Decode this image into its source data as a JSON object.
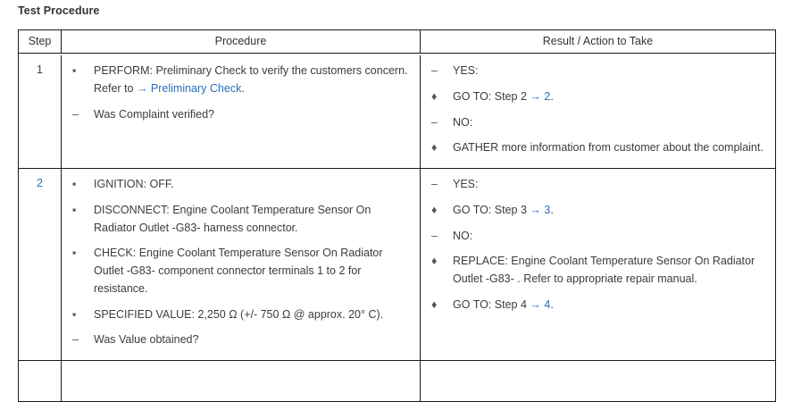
{
  "document": {
    "title": "Test Procedure"
  },
  "colors": {
    "link": "#2a6ebb",
    "text": "#3c3c3c",
    "border": "#1a1a1a",
    "background": "#ffffff"
  },
  "table": {
    "headers": {
      "step": "Step",
      "procedure": "Procedure",
      "result": "Result / Action to Take"
    },
    "rows": [
      {
        "step": "1",
        "step_is_link": false,
        "procedure": [
          {
            "marker": "square",
            "marker_glyph": "▪",
            "segments": [
              {
                "text": "PERFORM: Preliminary Check to verify the customers concern. Refer to ",
                "link": false
              },
              {
                "text": "→ Preliminary Check",
                "link": true
              },
              {
                "text": ".",
                "link": false
              }
            ]
          },
          {
            "marker": "dash",
            "marker_glyph": "–",
            "segments": [
              {
                "text": "Was Complaint verified?",
                "link": false
              }
            ]
          }
        ],
        "result": [
          {
            "marker": "dash",
            "marker_glyph": "–",
            "segments": [
              {
                "text": "YES:",
                "link": false
              }
            ]
          },
          {
            "marker": "diamond",
            "marker_glyph": "♦",
            "segments": [
              {
                "text": "GO TO: Step 2 ",
                "link": false
              },
              {
                "text": "→ 2",
                "link": true
              },
              {
                "text": ".",
                "link": false
              }
            ]
          },
          {
            "marker": "dash",
            "marker_glyph": "–",
            "segments": [
              {
                "text": "NO:",
                "link": false
              }
            ]
          },
          {
            "marker": "diamond",
            "marker_glyph": "♦",
            "segments": [
              {
                "text": "GATHER more information from customer about the complaint.",
                "link": false
              }
            ]
          }
        ]
      },
      {
        "step": "2",
        "step_is_link": true,
        "procedure": [
          {
            "marker": "square",
            "marker_glyph": "▪",
            "segments": [
              {
                "text": "IGNITION: OFF.",
                "link": false
              }
            ]
          },
          {
            "marker": "square",
            "marker_glyph": "▪",
            "segments": [
              {
                "text": "DISCONNECT: Engine Coolant Temperature Sensor On Radiator Outlet -G83- harness connector.",
                "link": false
              }
            ]
          },
          {
            "marker": "square",
            "marker_glyph": "▪",
            "segments": [
              {
                "text": "CHECK: Engine Coolant Temperature Sensor On Radiator Outlet -G83- component connector terminals 1 to 2 for resistance.",
                "link": false
              }
            ]
          },
          {
            "marker": "square",
            "marker_glyph": "▪",
            "segments": [
              {
                "text": "SPECIFIED VALUE: 2,250 Ω (+/- 750 Ω @ approx. 20° C).",
                "link": false
              }
            ]
          },
          {
            "marker": "dash",
            "marker_glyph": "–",
            "segments": [
              {
                "text": "Was Value obtained?",
                "link": false
              }
            ]
          }
        ],
        "result": [
          {
            "marker": "dash",
            "marker_glyph": "–",
            "segments": [
              {
                "text": "YES:",
                "link": false
              }
            ]
          },
          {
            "marker": "diamond",
            "marker_glyph": "♦",
            "segments": [
              {
                "text": "GO TO: Step 3 ",
                "link": false
              },
              {
                "text": "→ 3",
                "link": true
              },
              {
                "text": ".",
                "link": false
              }
            ]
          },
          {
            "marker": "dash",
            "marker_glyph": "–",
            "segments": [
              {
                "text": "NO:",
                "link": false
              }
            ]
          },
          {
            "marker": "diamond",
            "marker_glyph": "♦",
            "segments": [
              {
                "text": "REPLACE: Engine Coolant Temperature Sensor On Radiator Outlet -G83- . Refer to appropriate repair manual.",
                "link": false
              }
            ]
          },
          {
            "marker": "diamond",
            "marker_glyph": "♦",
            "segments": [
              {
                "text": "GO TO: Step 4 ",
                "link": false
              },
              {
                "text": "→ 4",
                "link": true
              },
              {
                "text": ".",
                "link": false
              }
            ]
          }
        ]
      },
      {
        "step": "",
        "step_is_link": false,
        "partial": true,
        "procedure": [],
        "result": []
      }
    ]
  }
}
